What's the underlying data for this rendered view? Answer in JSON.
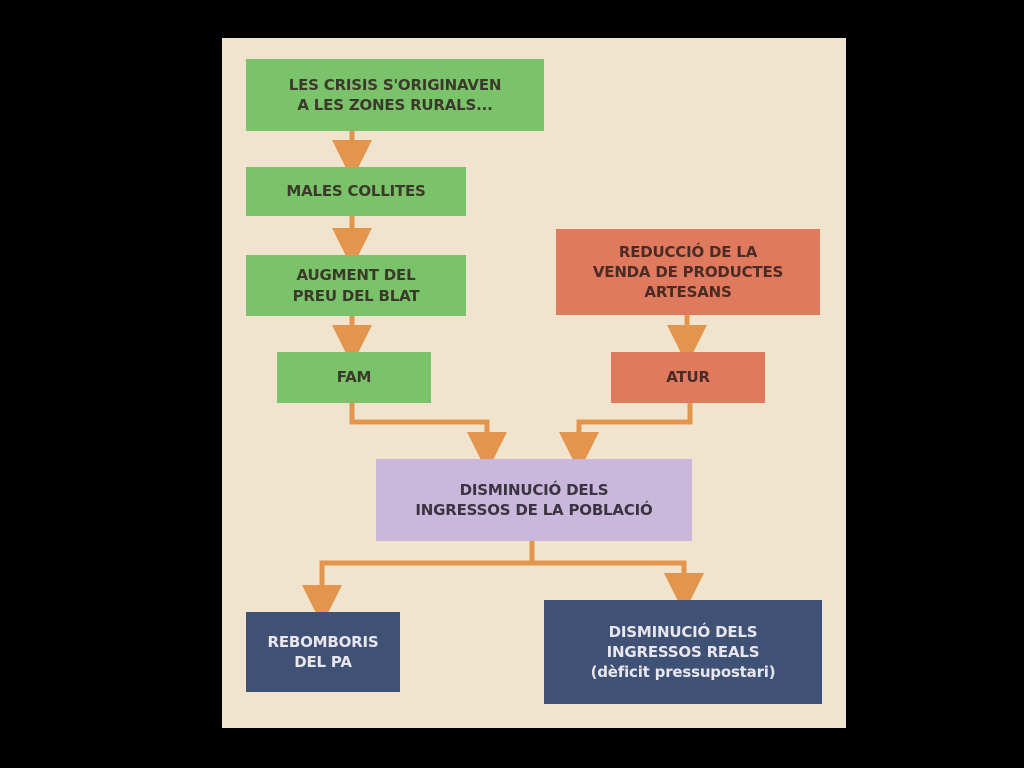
{
  "diagram": {
    "colors": {
      "background": "#000000",
      "panel": "#f1e4cf",
      "green": "#7bc36a",
      "red": "#e07a5f",
      "purple": "#c9b7dc",
      "navy": "#3f5275",
      "arrow": "#e3944d"
    },
    "nodes": {
      "crisis": [
        "LES CRISIS S'ORIGINAVEN",
        "A LES ZONES RURALS..."
      ],
      "harvests": [
        "MALES COLLITES"
      ],
      "wheat": [
        "AUGMENT DEL",
        "PREU DEL BLAT"
      ],
      "hunger": [
        "FAM"
      ],
      "crafts": [
        "REDUCCIÓ DE LA",
        "VENDA DE PRODUCTES",
        "ARTESANS"
      ],
      "unemployment": [
        "ATUR"
      ],
      "income": [
        "DISMINUCIÓ DELS",
        "INGRESSOS DE LA POBLACIÓ"
      ],
      "riots": [
        "REBOMBORIS",
        "DEL PA"
      ],
      "royal": [
        "DISMINUCIÓ DELS",
        "INGRESSOS REALS",
        "(dèficit pressupostari)"
      ]
    }
  }
}
